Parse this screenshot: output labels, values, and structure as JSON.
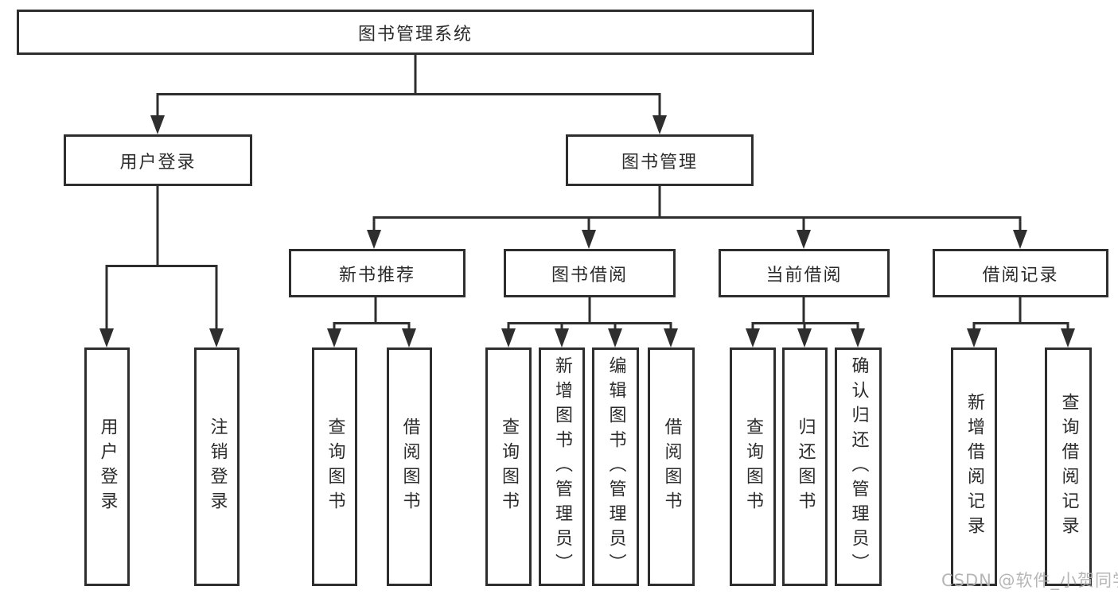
{
  "tree": {
    "root": {
      "label": "图书管理系统"
    },
    "branches": [
      {
        "label": "用户登录",
        "leaves": [
          "用户登录",
          "注销登录"
        ]
      },
      {
        "label": "图书管理",
        "groups": [
          {
            "label": "新书推荐",
            "leaves": [
              "查询图书",
              "借阅图书"
            ]
          },
          {
            "label": "图书借阅",
            "leaves": [
              "查询图书",
              "新增图书（管理员）",
              "编辑图书（管理员）",
              "借阅图书"
            ]
          },
          {
            "label": "当前借阅",
            "leaves": [
              "查询图书",
              "归还图书",
              "确认归还（管理员）"
            ]
          },
          {
            "label": "借阅记录",
            "leaves": [
              "新增借阅记录",
              "查询借阅记录"
            ]
          }
        ]
      }
    ]
  },
  "watermark": {
    "text": "CSDN @软件_小贺同学"
  },
  "colors": {
    "line": "#2e2e2e",
    "text": "#2b2b2b",
    "background": "#ffffff",
    "watermark": "#b2b2b2"
  }
}
